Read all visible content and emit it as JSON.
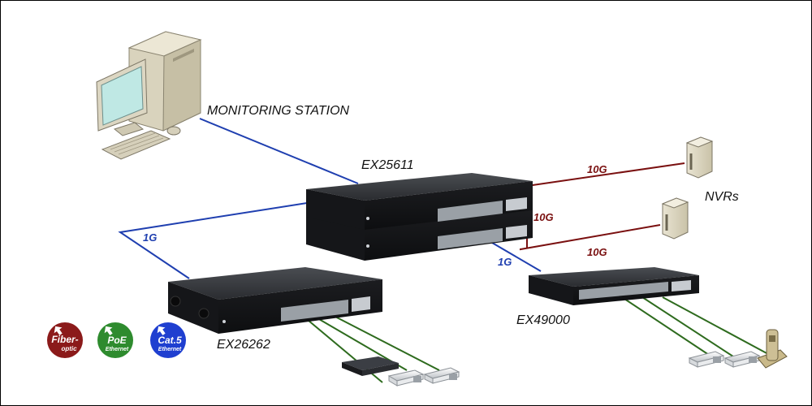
{
  "labels": {
    "monitoring_station": "MONITORING STATION",
    "core_switch": "EX25611",
    "nvrs": "NVRs",
    "access_switch_left": "EX26262",
    "access_switch_right": "EX49000"
  },
  "links": {
    "nvr_top": "10G",
    "stack": "10G",
    "nvr_bottom": "10G",
    "left_uplink": "1G",
    "right_uplink": "1G"
  },
  "badges": [
    {
      "line1": "Fiber-",
      "line2": "optic",
      "color": "#8b1a1a"
    },
    {
      "line1": "PoE",
      "line2": "Ethernet",
      "color": "#2e8b2e"
    },
    {
      "line1": "Cat.5",
      "line2": "Ethernet",
      "color": "#1f3fd0"
    }
  ],
  "colors": {
    "copper_1g": "#1f3fb0",
    "fiber_10g": "#7a1010",
    "poe": "#2e6b1e"
  }
}
